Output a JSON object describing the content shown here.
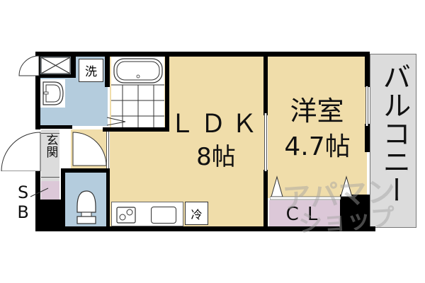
{
  "floorplan": {
    "colors": {
      "wall": "#000000",
      "living_floor": "#F0DDAA",
      "wet_area": "#B4CCDD",
      "entrance": "#DCDCDC",
      "storage": "#DCC8D8",
      "balcony": "#DCDCDC",
      "background": "#FFFFFF"
    },
    "rooms": {
      "ldk": {
        "name": "ＬＤＫ",
        "size": "8帖"
      },
      "western_room": {
        "name": "洋室",
        "size": "4.7帖"
      },
      "balcony": {
        "name": "バルコニー"
      },
      "entrance": {
        "name": "玄関"
      },
      "closet": {
        "name": "CL"
      },
      "shoe_box": {
        "name": "SB"
      }
    },
    "fixtures": {
      "washer": "洗",
      "fridge": "冷"
    },
    "watermark": {
      "line1": "アパマン",
      "line2": "ショップ"
    }
  }
}
